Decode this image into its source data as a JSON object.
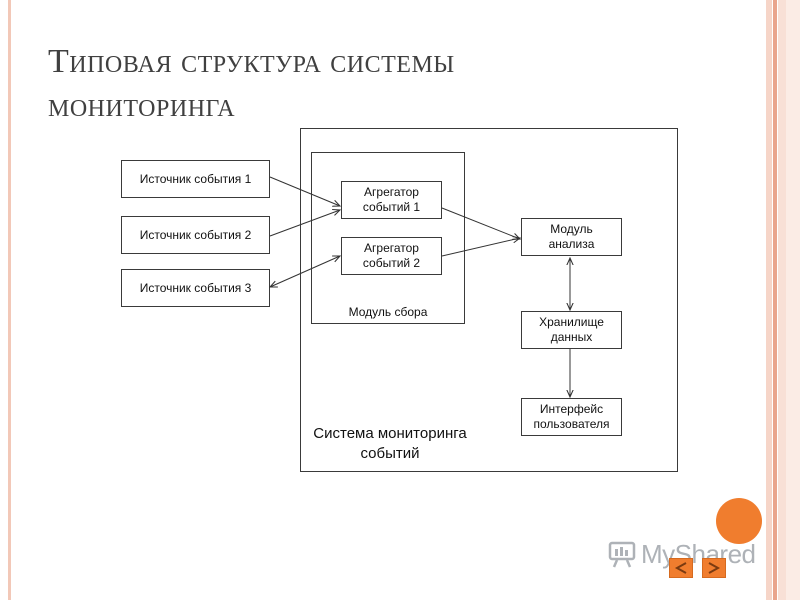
{
  "title": {
    "line1": "Типовая структура системы",
    "line2": "мониторинга"
  },
  "sources": [
    "Источник события 1",
    "Источник события 2",
    "Источник события 3"
  ],
  "aggregators": {
    "a1": {
      "line1": "Агрегатор",
      "line2": "событий 1"
    },
    "a2": {
      "line1": "Агрегатор",
      "line2": "событий 2"
    }
  },
  "collection_module": "Модуль сбора",
  "analysis_module": {
    "line1": "Модуль",
    "line2": "анализа"
  },
  "data_storage": {
    "line1": "Хранилище",
    "line2": "данных"
  },
  "user_interface": {
    "line1": "Интерфейс",
    "line2": "пользователя"
  },
  "system_label": {
    "line1": "Система мониторинга",
    "line2": "событий"
  },
  "watermark": "MyShared",
  "colors": {
    "accent_orange": "#f07d2e",
    "line": "#3a3a3a",
    "title": "#404040"
  }
}
